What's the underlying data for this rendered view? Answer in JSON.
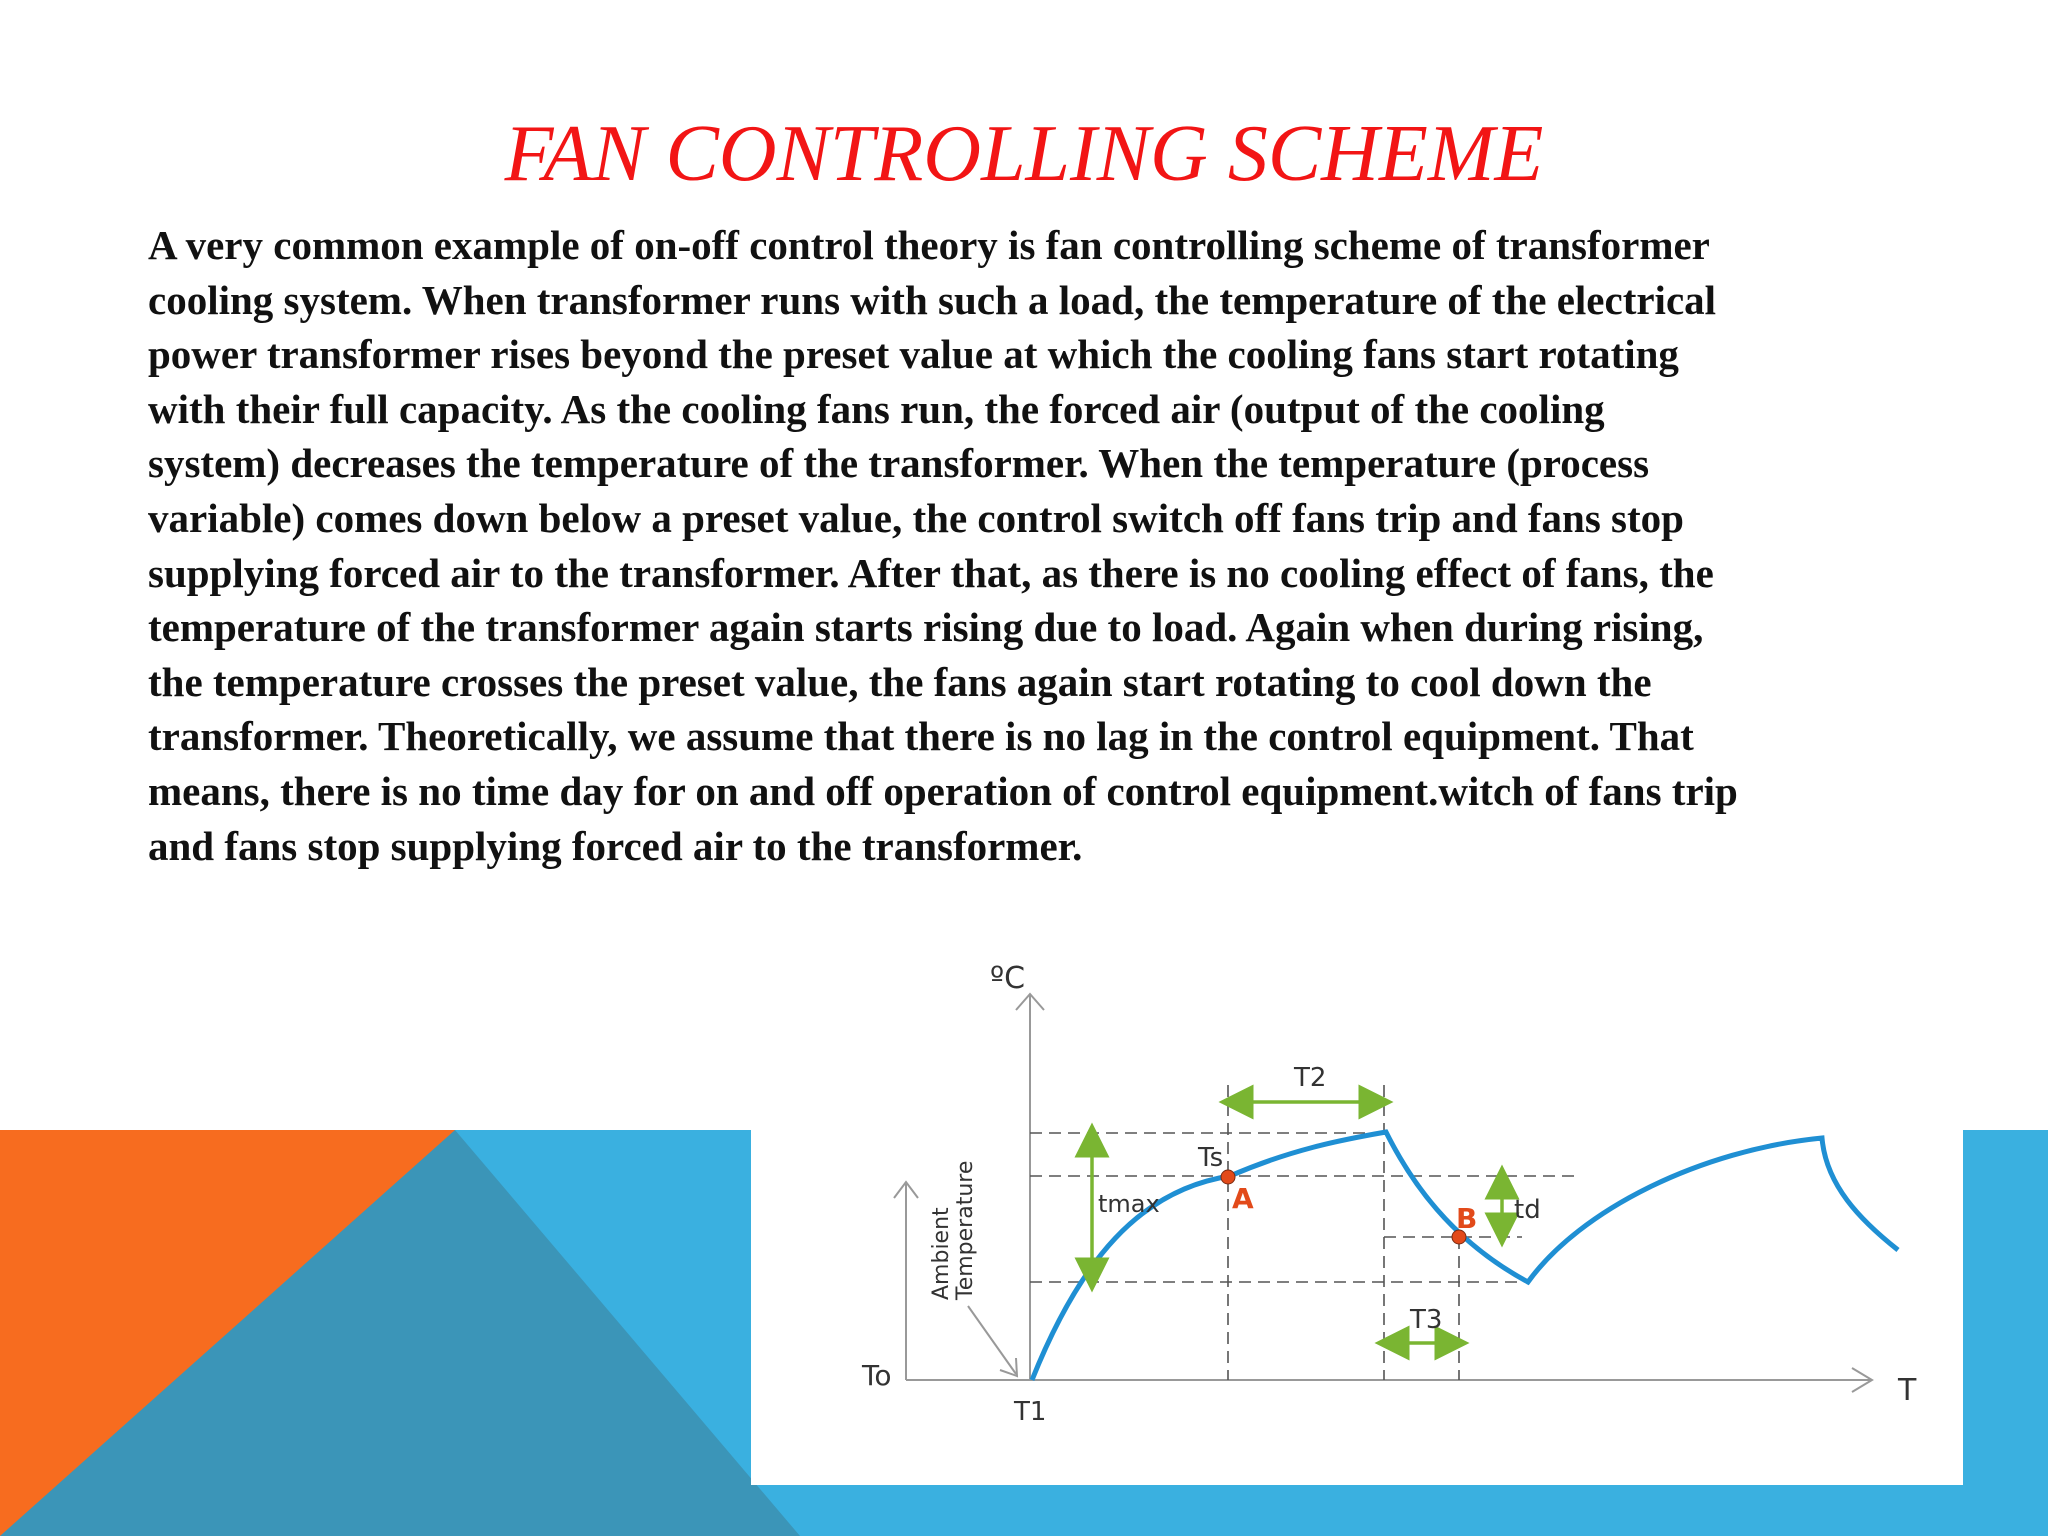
{
  "slide": {
    "title": "FAN CONTROLLING SCHEME",
    "body_lines": [
      "A very common example of on-off control theory is fan controlling scheme of transformer",
      "cooling system. When transformer runs with such a load, the temperature of the electrical",
      "power transformer rises beyond the preset value at which the cooling fans start rotating",
      "with their full capacity. As the cooling fans run, the forced air (output of the cooling",
      "system) decreases the temperature of the transformer. When the temperature (process",
      "variable) comes down below a preset value, the control switch off fans trip and fans stop",
      "supplying forced air to the transformer. After that, as there is no cooling effect of fans, the",
      "temperature of the transformer again starts rising due to load. Again when during rising,",
      "the temperature crosses the preset value, the fans again start rotating to cool down the",
      "transformer. Theoretically, we assume that there is no lag in the control equipment. That",
      "means, there is no time day for on and off operation of control equipment.witch of fans trip",
      "and fans stop supplying forced air to the transformer."
    ]
  },
  "theme": {
    "title_color": "#f21515",
    "orange": "#f76c1f",
    "teal": "#3b95b8",
    "sky_blue": "#3ab0e0",
    "curve_color": "#1f8fd3",
    "arrow_color": "#7ab532",
    "point_color": "#e24a1a"
  },
  "diagram": {
    "y_axis_label": "ºC",
    "x_axis_label": "T",
    "t0_label": "To",
    "t1_label": "T1",
    "t2_label": "T2",
    "t3_label": "T3",
    "ts_label": "Ts",
    "tmax_label": "tmax",
    "td_label": "td",
    "point_a_label": "A",
    "point_b_label": "B",
    "ambient_line1": "Ambient",
    "ambient_line2": "Temperature"
  }
}
